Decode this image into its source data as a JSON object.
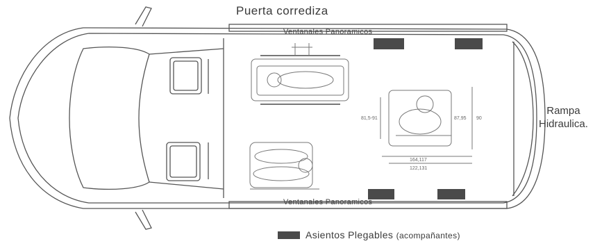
{
  "labels": {
    "sliding_door": "Puerta corrediza",
    "windows_top": "Ventanales  Panoramicos",
    "windows_bottom": "Ventanales Panoramicos",
    "ramp_line1": "Rampa",
    "ramp_line2": "Hidraulica."
  },
  "legend": {
    "text": "Asientos Plegables",
    "note": "(acompañantes)",
    "swatch_color": "#4a4a4a"
  },
  "dimensions": {
    "wheelchair_width": "81,5-91",
    "wheelchair_height": "87,95",
    "overall_height": "90",
    "length_inner": "164,117",
    "length_outer": "122,131"
  },
  "colors": {
    "outline": "#555555",
    "seat": "#4a4a4a",
    "faint": "#888888"
  }
}
